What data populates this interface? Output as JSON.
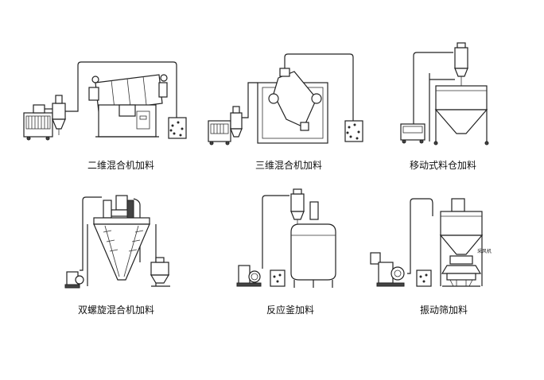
{
  "captions": [
    {
      "id": "mixer-2d",
      "text": "二维混合机加料"
    },
    {
      "id": "mixer-3d",
      "text": "三维混合机加料"
    },
    {
      "id": "mobile-bin",
      "text": "移动式料仓加料"
    },
    {
      "id": "double-screw",
      "text": "双螺旋混合机加料"
    },
    {
      "id": "reactor",
      "text": "反应釜加料"
    },
    {
      "id": "vibrating-sieve",
      "text": "振动筛加料"
    }
  ],
  "labels": {
    "sieve_tag": "采风机"
  }
}
